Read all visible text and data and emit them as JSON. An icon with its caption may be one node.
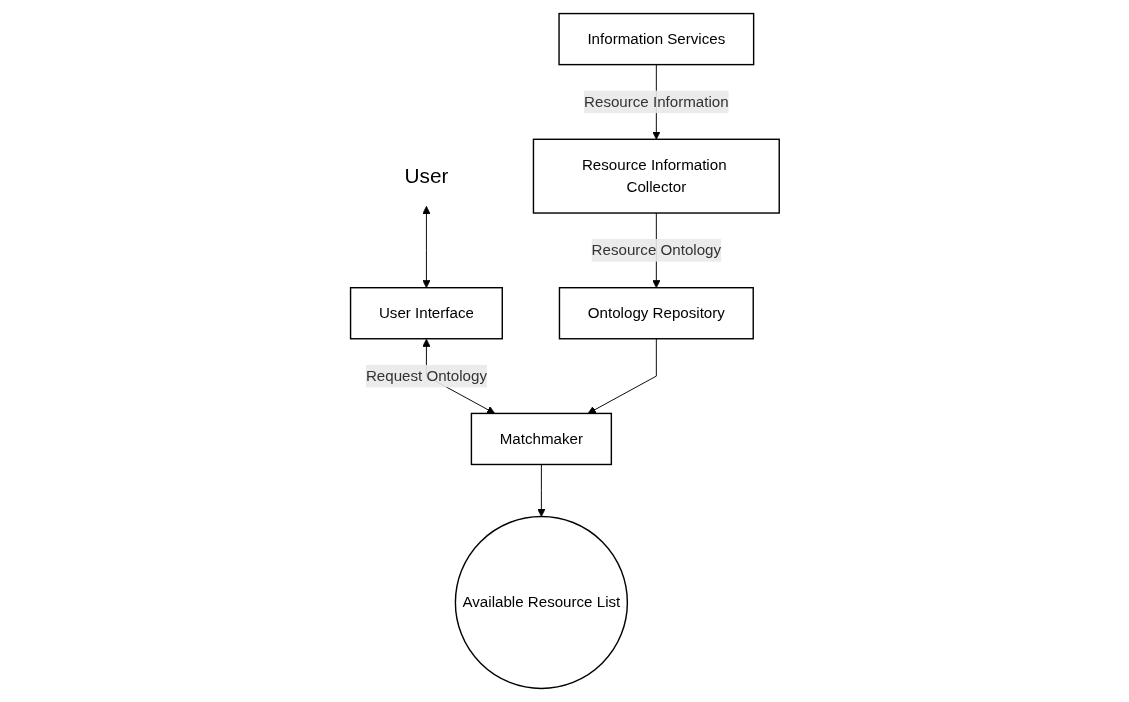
{
  "diagram": {
    "nodes": [
      {
        "text": [
          "Information Services"
        ]
      },
      {
        "text": [
          "Resource Information Collector"
        ]
      },
      {
        "text": [
          "Ontology Repository"
        ]
      },
      {
        "text": [
          "User"
        ]
      },
      {
        "text": [
          "User Interface"
        ]
      },
      {
        "text": [
          "Matchmaker"
        ]
      },
      {
        "text": [
          "Available Resource List"
        ]
      }
    ],
    "edges": [
      {
        "from": 0,
        "to": 1,
        "arrow": "to",
        "label": "Resource Information"
      },
      {
        "from": 1,
        "to": 2,
        "arrow": "to",
        "label": "Resource Ontology"
      },
      {
        "from": 3,
        "to": 4,
        "arrow": "both"
      },
      {
        "from": 4,
        "to": 5,
        "arrow": "both",
        "label": "Request Ontology"
      },
      {
        "from": 2,
        "to": 5,
        "arrow": "to"
      },
      {
        "from": 5,
        "to": 6,
        "arrow": "to"
      }
    ]
  }
}
